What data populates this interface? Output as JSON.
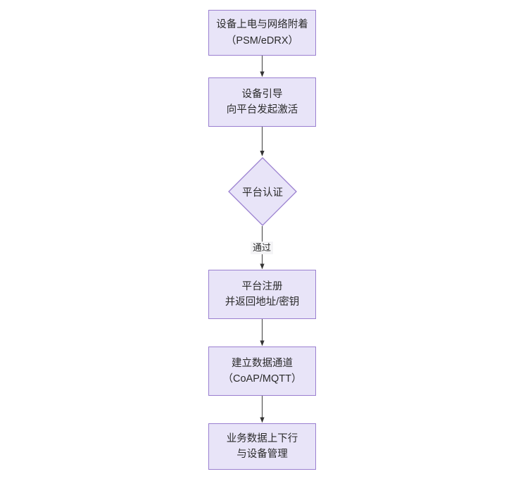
{
  "diagram": {
    "type": "flowchart",
    "orientation": "top-to-bottom",
    "title_text": "",
    "colors": {
      "node_fill": "#e8e4f8",
      "node_border": "#9a7fd0",
      "text": "#2b2b2b",
      "edge": "#4a4a4a",
      "canvas": "#ffffff",
      "edge_label_bg": "#f4f4f6"
    },
    "nodes": [
      {
        "id": "power-on",
        "shape": "rectangle",
        "line1": "设备上电与网络附着",
        "line2": "（PSM/eDRX）"
      },
      {
        "id": "bootstrap",
        "shape": "rectangle",
        "line1": "设备引导",
        "line2": "向平台发起激活"
      },
      {
        "id": "platform-auth",
        "shape": "diamond",
        "line1": "平台认证",
        "line2": ""
      },
      {
        "id": "platform-register",
        "shape": "rectangle",
        "line1": "平台注册",
        "line2": "并返回地址/密钥"
      },
      {
        "id": "data-channel",
        "shape": "rectangle",
        "line1": "建立数据通道",
        "line2": "（CoAP/MQTT）"
      },
      {
        "id": "business-data",
        "shape": "rectangle",
        "line1": "业务数据上下行",
        "line2": "与设备管理"
      }
    ],
    "edges": [
      {
        "id": "e1",
        "from": "power-on",
        "to": "bootstrap",
        "label": ""
      },
      {
        "id": "e2",
        "from": "bootstrap",
        "to": "platform-auth",
        "label": ""
      },
      {
        "id": "e3",
        "from": "platform-auth",
        "to": "platform-register",
        "label": "通过"
      },
      {
        "id": "e4",
        "from": "platform-register",
        "to": "data-channel",
        "label": ""
      },
      {
        "id": "e5",
        "from": "data-channel",
        "to": "business-data",
        "label": ""
      }
    ]
  }
}
